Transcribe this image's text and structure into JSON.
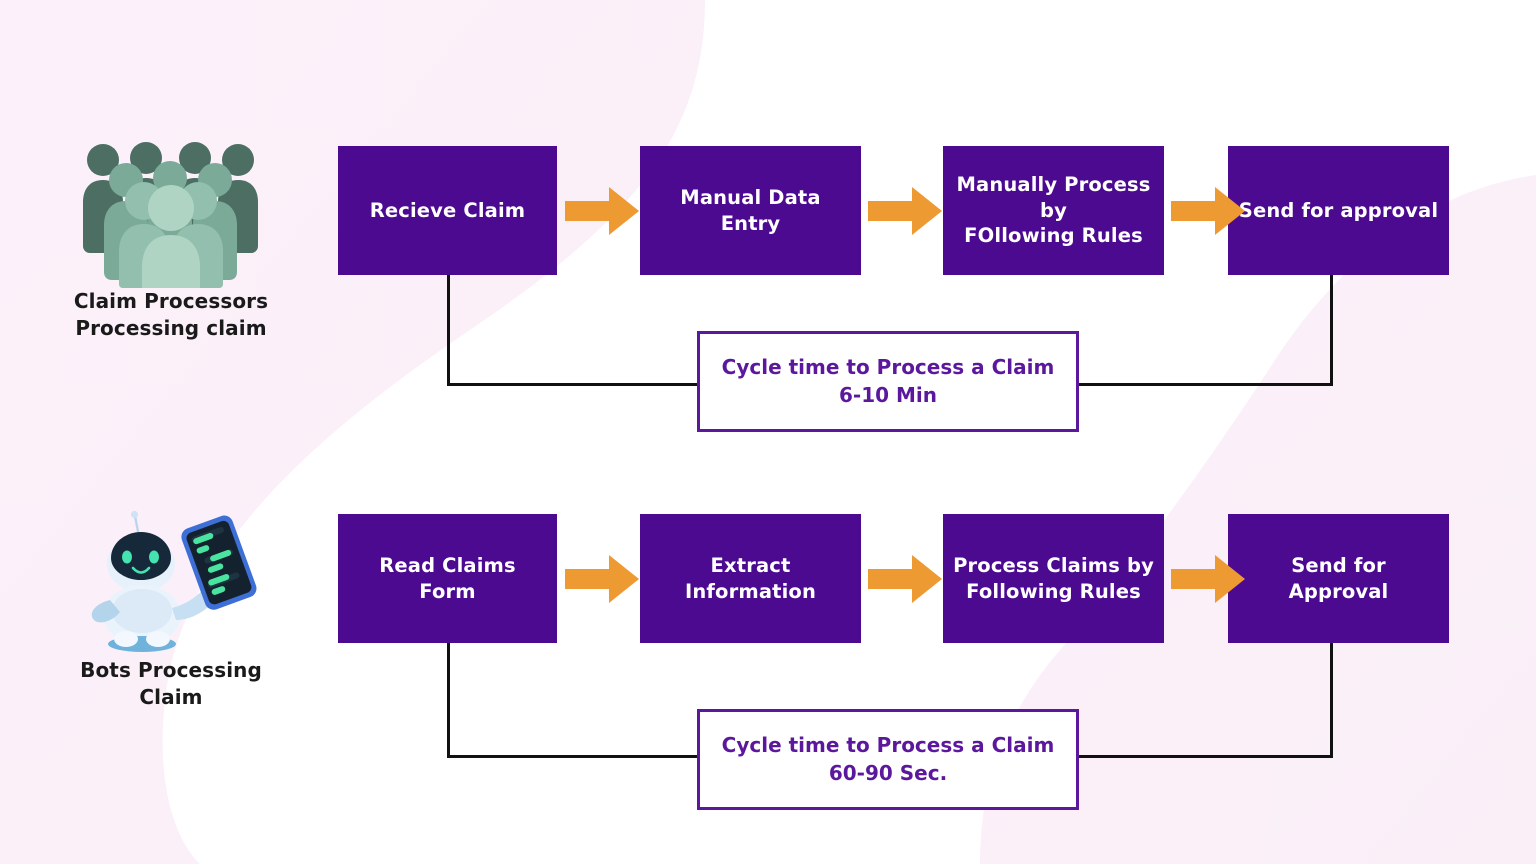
{
  "colors": {
    "box_fill": "#4B0A8F",
    "arrow": "#ED9A33",
    "callout_border": "#5C189C",
    "callout_text": "#5C189C",
    "connector": "#111111",
    "background": "#FFFFFF",
    "background_blob_pink": "#FBF0F8",
    "label_text": "#1A1A1A",
    "people_dark": "#4D6F63",
    "people_mid": "#7BAA99",
    "people_light": "#AFD4C4",
    "robot_body": "#DCE9F7",
    "robot_accent": "#8FC2E3",
    "tablet_dark": "#13222E",
    "tablet_border": "#3E6FD6",
    "tablet_code": "#4BE3A0"
  },
  "rows": [
    {
      "id": "manual-row",
      "actor_label_lines": [
        "Claim Processors",
        "Processing claim"
      ],
      "actor_icon": "people-group-icon",
      "steps": [
        {
          "lines": [
            "Recieve Claim"
          ]
        },
        {
          "lines": [
            "Manual Data Entry"
          ]
        },
        {
          "lines": [
            "Manually Process by",
            "FOllowing Rules"
          ]
        },
        {
          "lines": [
            "Send for approval"
          ]
        }
      ],
      "arrows": [
        "arrow-right-icon",
        "arrow-right-icon",
        "arrow-right-icon"
      ],
      "callout": {
        "title": "Cycle time to Process a Claim",
        "value": "6-10 Min"
      }
    },
    {
      "id": "bot-row",
      "actor_label_lines": [
        "Bots Processing",
        "Claim"
      ],
      "actor_icon": "robot-icon",
      "steps": [
        {
          "lines": [
            "Read Claims Form"
          ]
        },
        {
          "lines": [
            "Extract Information"
          ]
        },
        {
          "lines": [
            "Process Claims by",
            "Following Rules"
          ]
        },
        {
          "lines": [
            "Send for Approval"
          ]
        }
      ],
      "arrows": [
        "arrow-right-icon",
        "arrow-right-icon",
        "arrow-right-icon"
      ],
      "callout": {
        "title": "Cycle time to Process a Claim",
        "value": "60-90 Sec."
      }
    }
  ]
}
